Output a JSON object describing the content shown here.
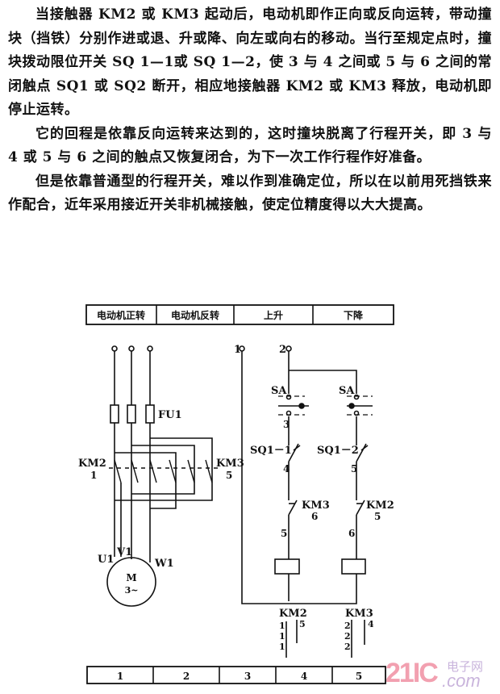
{
  "paragraphs": [
    "当接触器 KM2 或 KM3 起动后，电动机即作正向或反向运转，带动撞块（挡铁）分别作进或退、升或降、向左或向右的移动。当行至规定点时，撞块拨动限位开关 SQ 1—1或 SQ 1—2，使 3 与 4 之间或 5 与 6 之间的常闭触点 SQ1 或 SQ2 断开，相应地接触器 KM2 或 KM3 释放，电动机即停止运转。",
    "它的回程是依靠反向运转来达到的，这时撞块脱离了行程开关，即 3 与 4 或 5 与 6 之间的触点又恢复闭合，为下一次工作行程作好准备。",
    "但是依靠普通型的行程开关，难以作到准确定位，所以在以前用死挡铁来作配合，近年采用接近开关非机械接触，使定位精度得以大大提高。"
  ],
  "diagram": {
    "top_table": [
      "电动机正转",
      "电动机反转",
      "上升",
      "下降"
    ],
    "bottom_table": [
      "1",
      "2",
      "3",
      "4",
      "5"
    ],
    "labels": {
      "fuse": "FU1",
      "km2_main": "KM2",
      "km2_main_num": "1",
      "km3_main": "KM3",
      "km3_main_num": "5",
      "u1": "U1",
      "v1": "V1",
      "w1": "W1",
      "motor": "M",
      "motor_phase": "3~",
      "term1": "1",
      "term2": "2",
      "sa1": "SA",
      "sa2": "SA",
      "node3": "3",
      "sq1": "SQ1－1",
      "sq2": "SQ1－2",
      "node4": "4",
      "node5a": "5",
      "km3_il": "KM3",
      "km3_il_num": "6",
      "km2_il": "KM2",
      "km2_il_num": "5",
      "node5b": "5",
      "node6": "6",
      "coil_km2": "KM2",
      "coil_km3": "KM3",
      "km2_contacts": [
        "1",
        "1",
        "1"
      ],
      "km2_aux": "5",
      "km3_contacts": [
        "2",
        "2",
        "2"
      ],
      "km3_aux": "4"
    }
  },
  "watermark": {
    "big": "21IC",
    "cn": "电子网",
    "com": ".com"
  }
}
